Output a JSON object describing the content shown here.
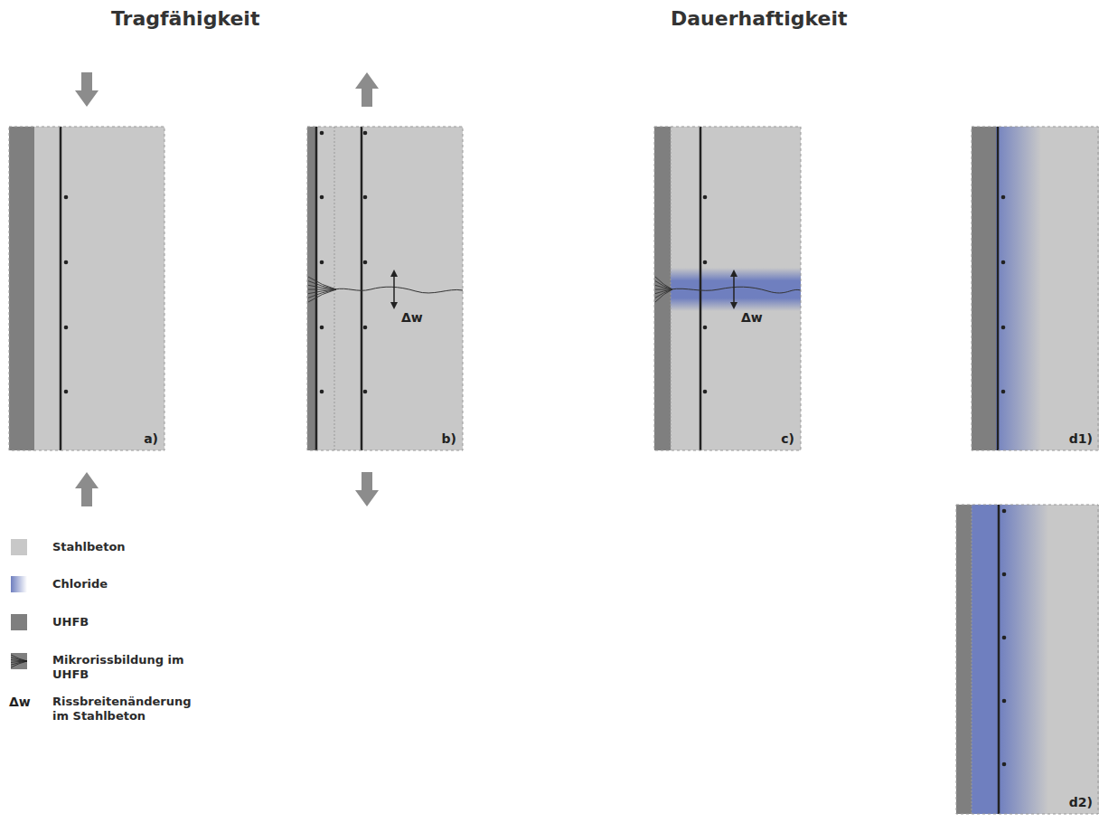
{
  "diagram": {
    "nodes": [
      {
        "text": [
          "a)"
        ]
      },
      {
        "text": [
          "b)"
        ]
      },
      {
        "text": [
          "c)"
        ]
      },
      {
        "text": [
          "d1)"
        ]
      },
      {
        "text": [
          "d2)"
        ]
      }
    ],
    "labels": [
      "Tragfähigkeit",
      "Dauerhaftigkeit",
      "Δw",
      "Δw",
      "Δw"
    ],
    "legend": [
      {
        "text": "Stahlbeton",
        "color": "#c8c8c8"
      },
      {
        "text": "Chloride",
        "color": "#6f7fbf"
      },
      {
        "text": "UHFB",
        "color": "#7f7f7f"
      },
      {
        "text": "Mikrorissbildung im UHFB"
      },
      {
        "text": "Rissbreitenänderung im Stahlbeton"
      }
    ]
  }
}
